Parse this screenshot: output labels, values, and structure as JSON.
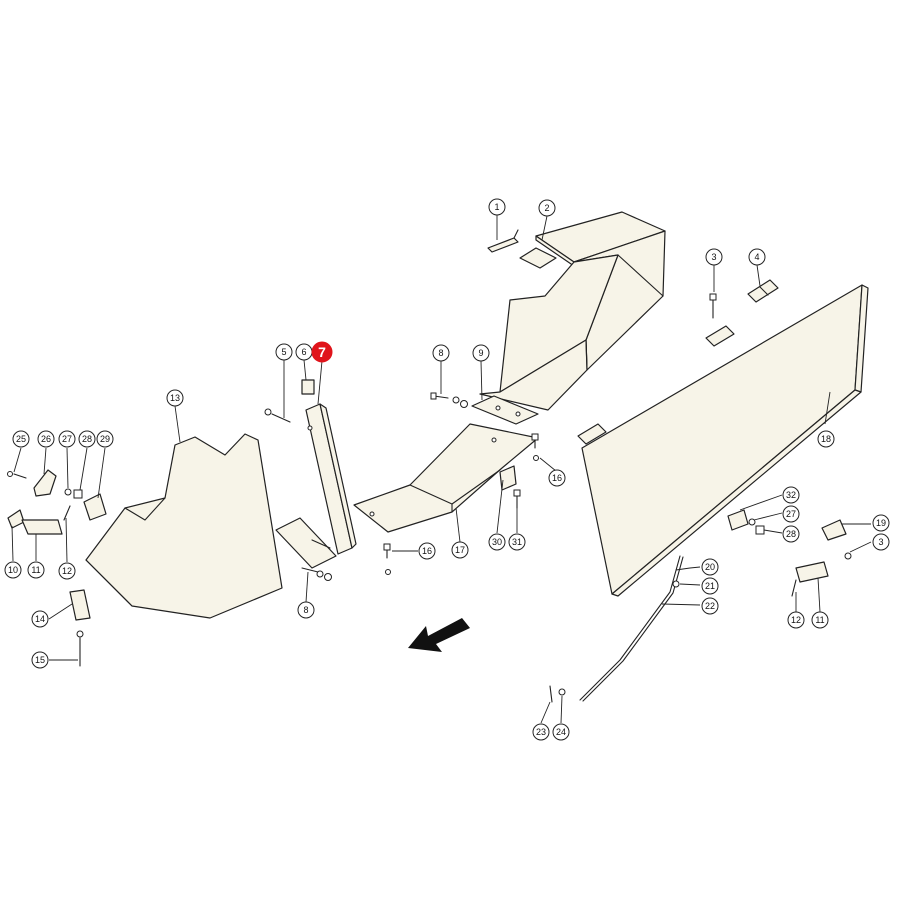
{
  "highlight_color": "#e0141b",
  "highlighted_part": "7",
  "callouts": [
    {
      "id": "c1",
      "label": "1"
    },
    {
      "id": "c2",
      "label": "2"
    },
    {
      "id": "c3a",
      "label": "3"
    },
    {
      "id": "c4",
      "label": "4"
    },
    {
      "id": "c5",
      "label": "5"
    },
    {
      "id": "c6",
      "label": "6"
    },
    {
      "id": "c7",
      "label": "7"
    },
    {
      "id": "c8a",
      "label": "8"
    },
    {
      "id": "c8b",
      "label": "8"
    },
    {
      "id": "c9",
      "label": "9"
    },
    {
      "id": "c10",
      "label": "10"
    },
    {
      "id": "c11a",
      "label": "11"
    },
    {
      "id": "c11b",
      "label": "11"
    },
    {
      "id": "c12a",
      "label": "12"
    },
    {
      "id": "c12b",
      "label": "12"
    },
    {
      "id": "c13",
      "label": "13"
    },
    {
      "id": "c14",
      "label": "14"
    },
    {
      "id": "c15",
      "label": "15"
    },
    {
      "id": "c16a",
      "label": "16"
    },
    {
      "id": "c16b",
      "label": "16"
    },
    {
      "id": "c17",
      "label": "17"
    },
    {
      "id": "c18",
      "label": "18"
    },
    {
      "id": "c19",
      "label": "19"
    },
    {
      "id": "c3b",
      "label": "3"
    },
    {
      "id": "c20",
      "label": "20"
    },
    {
      "id": "c21",
      "label": "21"
    },
    {
      "id": "c22",
      "label": "22"
    },
    {
      "id": "c23",
      "label": "23"
    },
    {
      "id": "c24",
      "label": "24"
    },
    {
      "id": "c25",
      "label": "25"
    },
    {
      "id": "c26",
      "label": "26"
    },
    {
      "id": "c27a",
      "label": "27"
    },
    {
      "id": "c27b",
      "label": "27"
    },
    {
      "id": "c28a",
      "label": "28"
    },
    {
      "id": "c28b",
      "label": "28"
    },
    {
      "id": "c29",
      "label": "29"
    },
    {
      "id": "c30",
      "label": "30"
    },
    {
      "id": "c31",
      "label": "31"
    },
    {
      "id": "c32",
      "label": "32"
    }
  ]
}
